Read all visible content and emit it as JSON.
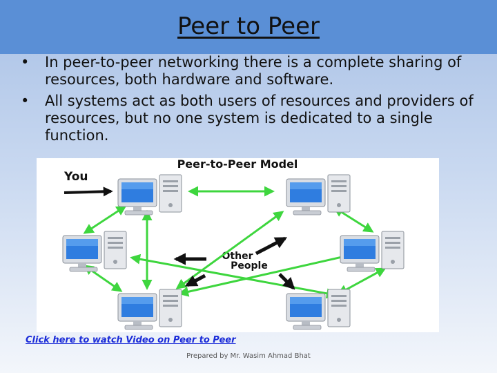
{
  "slide": {
    "title": "Peer to Peer",
    "bullets": [
      "In peer-to-peer networking there is a complete sharing of resources, both hardware and software.",
      "All systems act as both users of resources and providers of resources, but no one system is dedicated to a single function."
    ],
    "bullet_symbol": "•",
    "diagram": {
      "title": "Peer-to-Peer Model",
      "you_label": "You",
      "other_label_line1": "Other",
      "other_label_line2": "People"
    },
    "link_text": "Click here to watch Video on Peer to Peer",
    "footer": "Prepared by Mr. Wasim Ahmad Bhat"
  },
  "colors": {
    "title_bar": "#5a8fd6",
    "arrow_green": "#3ed63e",
    "link_blue": "#1a2bd8",
    "monitor_blue": "#2f7de0"
  },
  "icons": [
    "computer-icon",
    "arrow-icon"
  ]
}
